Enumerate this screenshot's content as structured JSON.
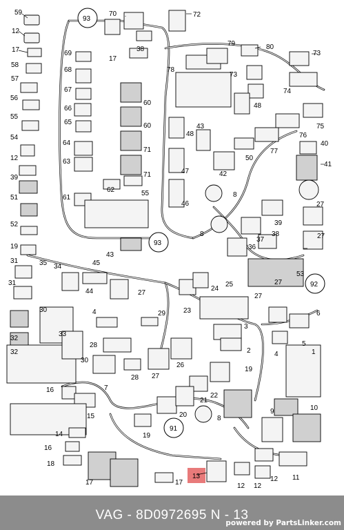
{
  "callouts": {
    "c1": "1",
    "c2": "2",
    "c3": "3",
    "c4": "4",
    "c5": "5",
    "c6": "6",
    "c7": "7",
    "c8": "8",
    "c9": "9",
    "c10": "10",
    "c11": "11",
    "c12": "12",
    "c13": "13",
    "c14": "14",
    "c15": "15",
    "c16": "16",
    "c17": "17",
    "c18": "18",
    "c19": "19",
    "c20": "20",
    "c21": "21",
    "c22": "22",
    "c23": "23",
    "c24": "24",
    "c25": "25",
    "c26": "26",
    "c27": "27",
    "c28": "28",
    "c29": "29",
    "c30": "30",
    "c31": "31",
    "c32": "32",
    "c33": "33",
    "c34": "34",
    "c35": "35",
    "c36": "36",
    "c37": "37",
    "c38": "38",
    "c39": "39",
    "c40": "40",
    "c41": "41",
    "c42": "42",
    "c43": "43",
    "c44": "44",
    "c45": "45",
    "c46": "46",
    "c47": "47",
    "c48": "48",
    "c50": "50",
    "c51": "51",
    "c52": "52",
    "c53": "53",
    "c54": "54",
    "c55": "55",
    "c56": "56",
    "c57": "57",
    "c58": "58",
    "c59": "59",
    "c60": "60",
    "c61": "61",
    "c62": "62",
    "c63": "63",
    "c64": "64",
    "c65": "65",
    "c66": "66",
    "c67": "67",
    "c68": "68",
    "c69": "69",
    "c70": "70",
    "c71": "71",
    "c72": "72",
    "c73": "73",
    "c74": "74",
    "c75": "75",
    "c76": "76",
    "c77": "77",
    "c78": "78",
    "c79": "79",
    "c80": "80",
    "c91": "91",
    "c92": "92",
    "c93": "93"
  },
  "highlight": {
    "callout": "13",
    "color": "#e87a7a"
  },
  "footer": {
    "part_line": "VAG - 8D0972695      N - 13",
    "credit": "powered by PartsLinker.com"
  },
  "colors": {
    "footer_bg": "#8c8c8c",
    "highlight": "#e87a7a"
  }
}
